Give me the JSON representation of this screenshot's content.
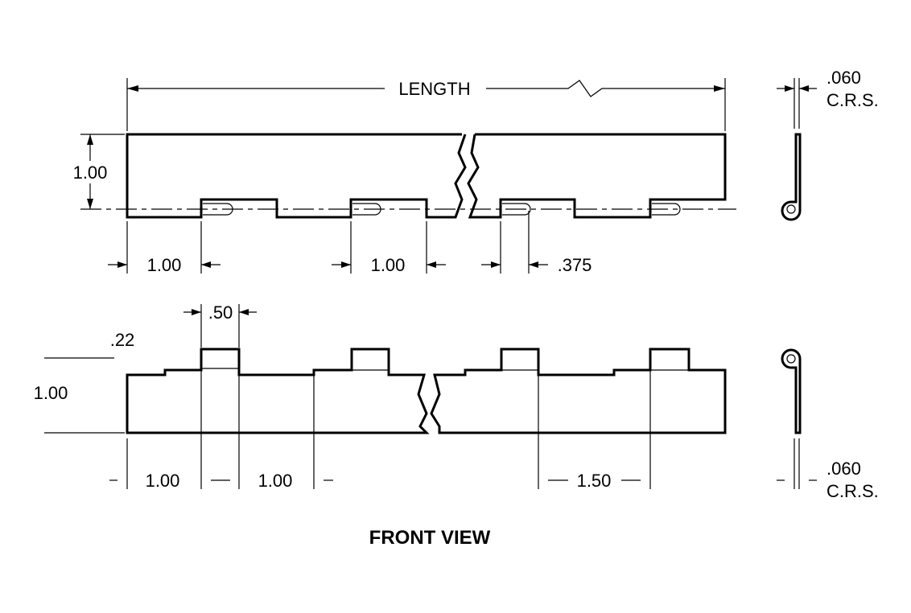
{
  "drawing": {
    "title": "FRONT VIEW",
    "top_view": {
      "length_label": "LENGTH",
      "height_label": "1.00",
      "pitch_left_label": "1.00",
      "pitch_mid_label": "1.00",
      "slot_label": ".375"
    },
    "top_side_view": {
      "thickness_label": ".060",
      "material_label": "C.R.S."
    },
    "front_view": {
      "knuckle_width_label": ".50",
      "step_label": ".22",
      "height_label": "1.00",
      "pitch_left_label": "1.00",
      "pitch_mid_label": "1.00",
      "pitch_right_label": "1.50"
    },
    "bottom_side_view": {
      "thickness_label": ".060",
      "material_label": "C.R.S."
    }
  }
}
